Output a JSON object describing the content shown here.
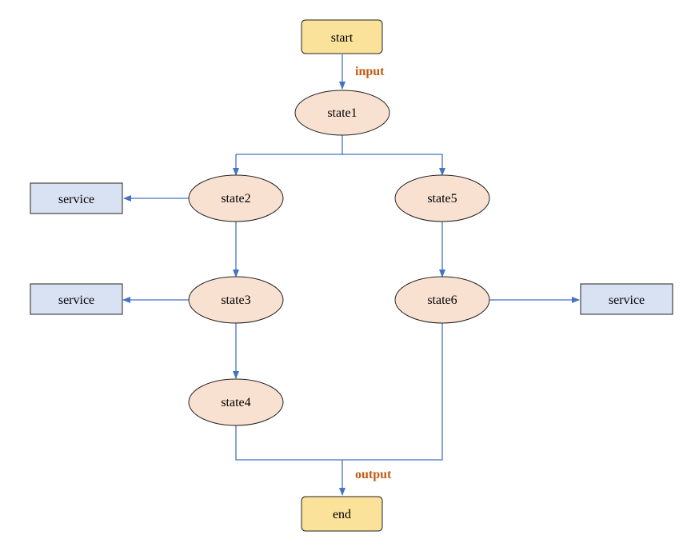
{
  "diagram": {
    "colors": {
      "terminal_fill": "#fbe29a",
      "state_fill": "#f9e1d1",
      "service_fill": "#d9e2f3",
      "outline": "#222222",
      "edge": "#4472c4",
      "edge_label": "#c55a11"
    },
    "nodes": {
      "start": "start",
      "state1": "state1",
      "state2": "state2",
      "state3": "state3",
      "state4": "state4",
      "state5": "state5",
      "state6": "state6",
      "service_a": "service",
      "service_b": "service",
      "service_c": "service",
      "end": "end"
    },
    "edge_labels": {
      "input": "input",
      "output": "output"
    }
  }
}
